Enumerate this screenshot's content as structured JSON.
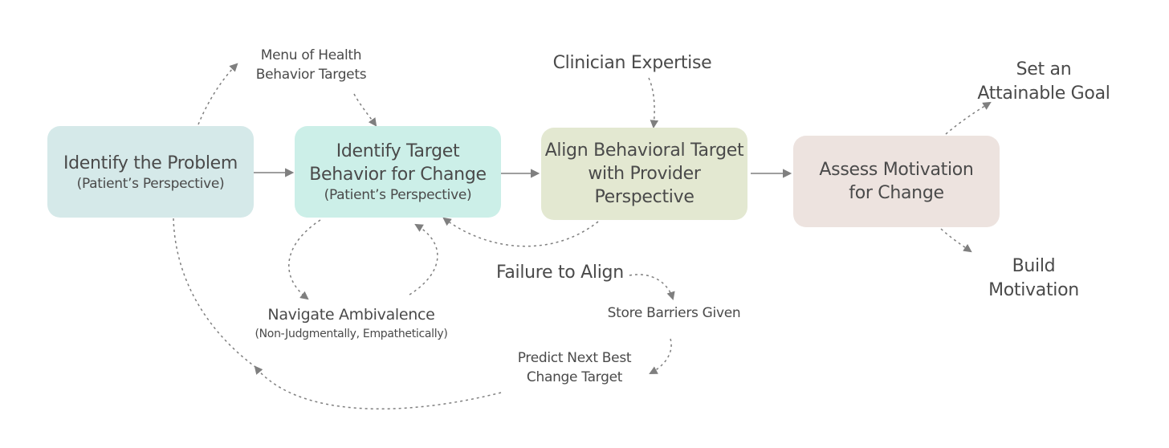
{
  "boxes": {
    "identify_problem": {
      "title": "Identify the Problem",
      "subtitle": "(Patient’s Perspective)",
      "color": "#d5e9e9"
    },
    "identify_target": {
      "title": "Identify Target\nBehavior for Change",
      "subtitle": "(Patient’s Perspective)",
      "color": "#ccefe8"
    },
    "align_target": {
      "title": "Align Behavioral Target\nwith Provider\nPerspective",
      "color": "#e3e8d1"
    },
    "assess_motivation": {
      "title": "Assess Motivation\nfor Change",
      "color": "#ede3df"
    }
  },
  "labels": {
    "menu": "Menu of Health\nBehavior Targets",
    "clinician": "Clinician Expertise",
    "set_goal": "Set an\nAttainable Goal",
    "build_motivation": "Build\nMotivation",
    "failure": "Failure to Align",
    "store_barriers": "Store Barriers Given",
    "predict_next": "Predict Next Best\nChange Target",
    "navigate": "Navigate Ambivalence",
    "navigate_sub": "(Non-Judgmentally, Empathetically)"
  },
  "colors": {
    "arrow": "#7f7f7f",
    "text": "#4a4a4a"
  }
}
